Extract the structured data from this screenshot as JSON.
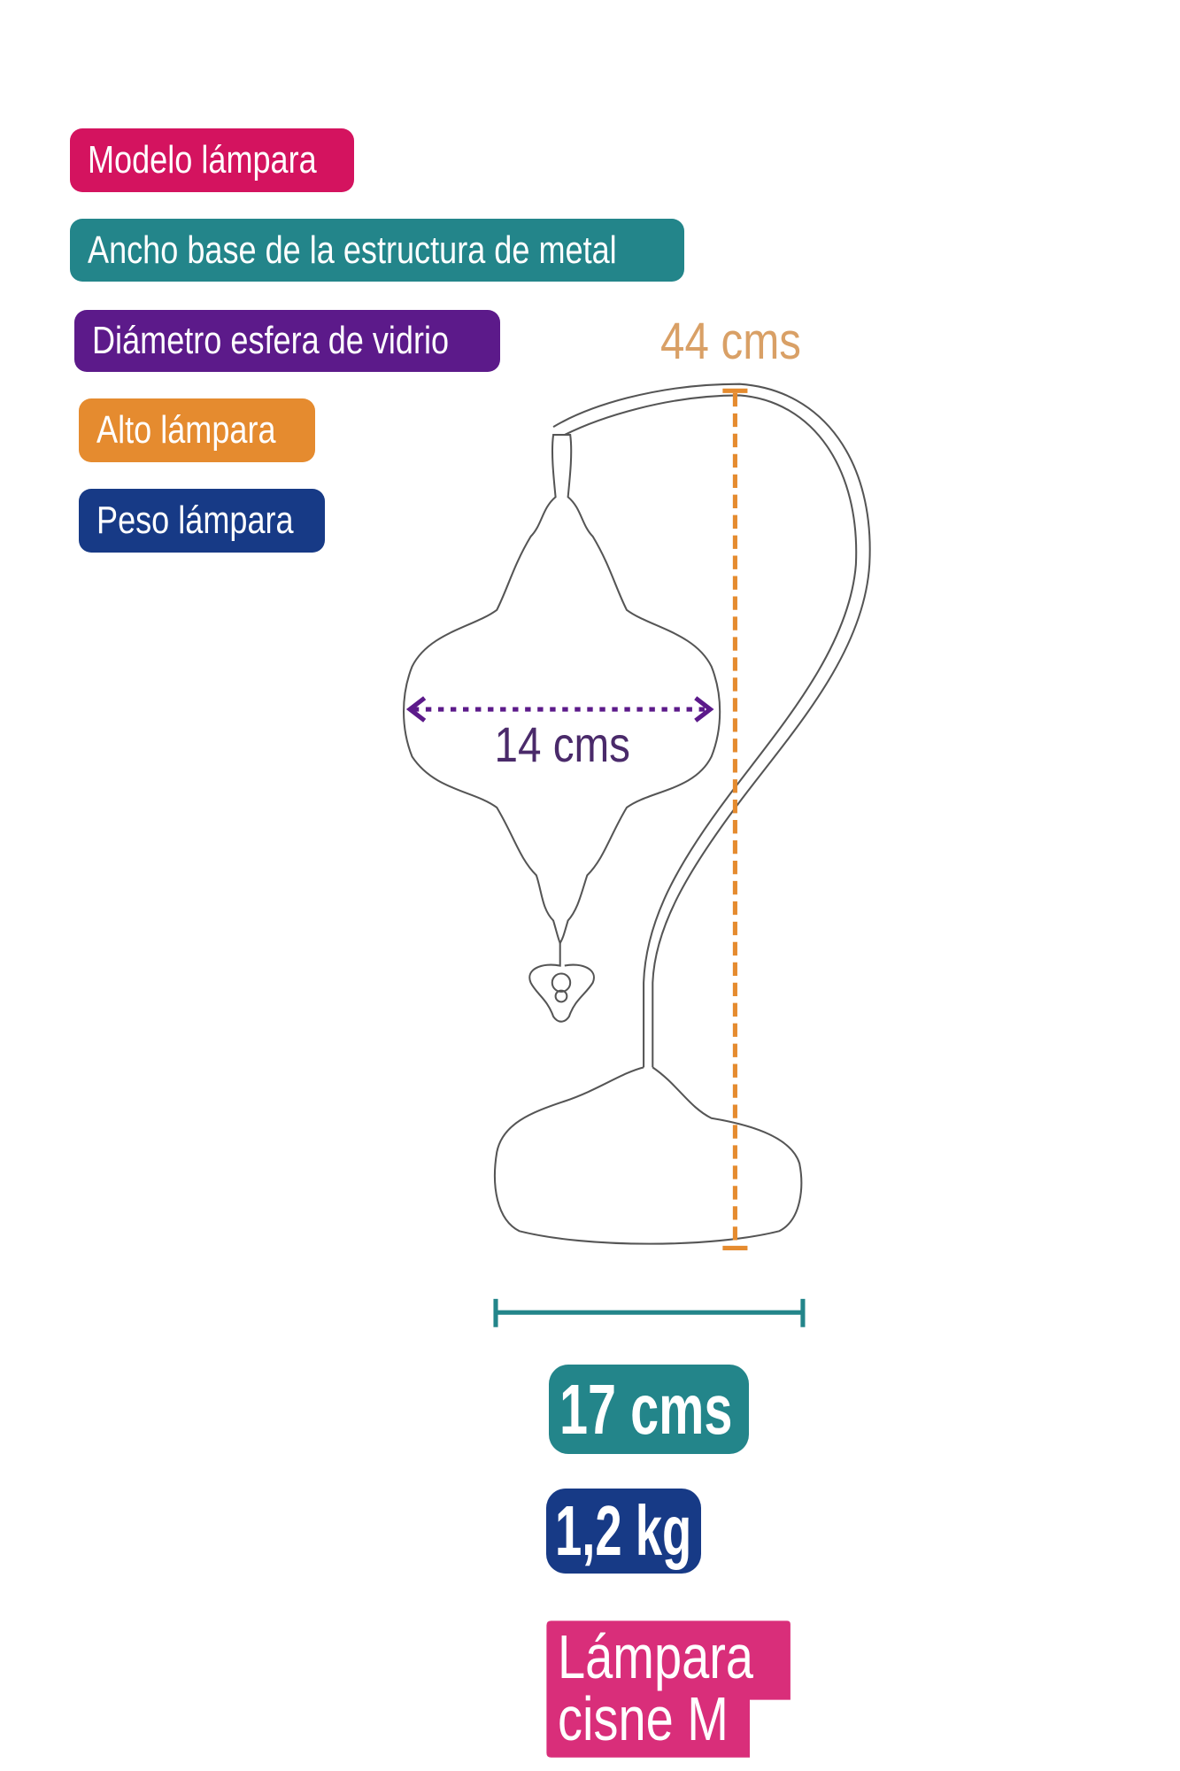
{
  "legend": [
    {
      "label": "Modelo lámpara",
      "color": "#d4135f"
    },
    {
      "label": "Ancho base de la estructura de metal",
      "color": "#23858a"
    },
    {
      "label": "Diámetro esfera de vidrio",
      "color": "#5c1a8a"
    },
    {
      "label": "Alto lámpara",
      "color": "#e58b2f"
    },
    {
      "label": "Peso lámpara",
      "color": "#173a86"
    }
  ],
  "dimensions": {
    "height": "44 cms",
    "sphere_diameter": "14 cms",
    "base_width": "17 cms",
    "weight": "1,2 kg",
    "model_line1": "Lámpara",
    "model_line2": "cisne M"
  },
  "colors": {
    "model": "#d4135f",
    "base": "#23858a",
    "diameter": "#5c1a8a",
    "height": "#e58b2f",
    "weight": "#173a86",
    "model_tag": "#d92e7a",
    "outline": "#555555"
  }
}
